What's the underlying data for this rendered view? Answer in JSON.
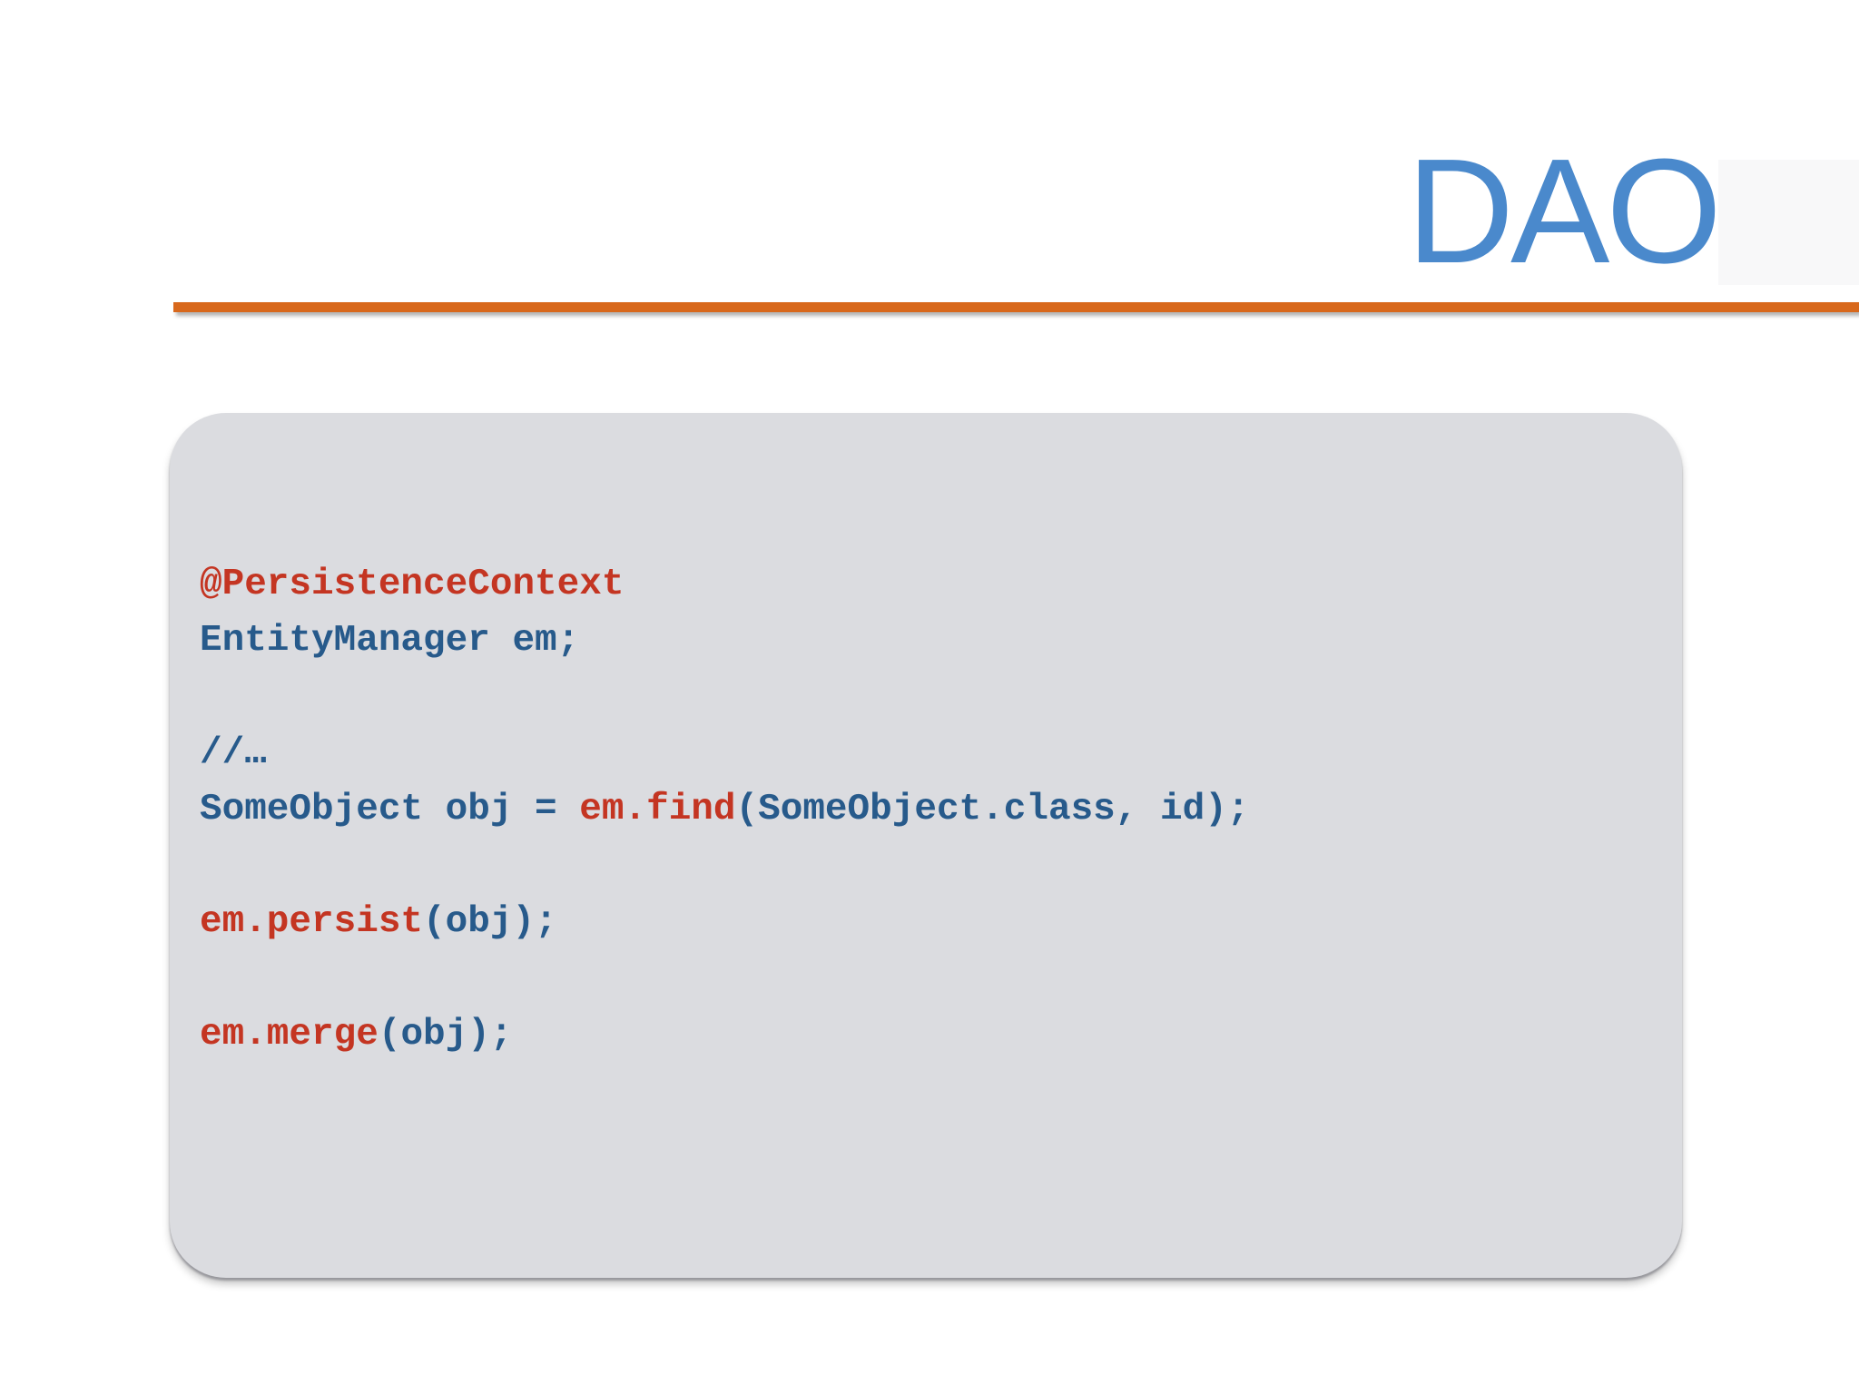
{
  "slide": {
    "title": "DAO"
  },
  "colors": {
    "title_blue": "#4A89CC",
    "rule_orange": "#D8681C",
    "panel_gray": "#DBDCE0",
    "title_highlight": "#F8F8F9",
    "code_red": "#C43522",
    "code_blue": "#275A8B"
  },
  "code_panel": {
    "lines": [
      {
        "segments": [
          {
            "text": "@PersistenceContext",
            "color": "red"
          }
        ]
      },
      {
        "segments": [
          {
            "text": "EntityManager em;",
            "color": "blue"
          }
        ]
      },
      {
        "segments": []
      },
      {
        "segments": [
          {
            "text": "//…",
            "color": "blue"
          }
        ]
      },
      {
        "segments": [
          {
            "text": "SomeObject obj = ",
            "color": "blue"
          },
          {
            "text": "em.find",
            "color": "red"
          },
          {
            "text": "(SomeObject.class, id);",
            "color": "blue"
          }
        ]
      },
      {
        "segments": []
      },
      {
        "segments": [
          {
            "text": "em.persist",
            "color": "red"
          },
          {
            "text": "(obj);",
            "color": "blue"
          }
        ]
      },
      {
        "segments": []
      },
      {
        "segments": [
          {
            "text": "em.merge",
            "color": "red"
          },
          {
            "text": "(obj);",
            "color": "blue"
          }
        ]
      }
    ]
  }
}
